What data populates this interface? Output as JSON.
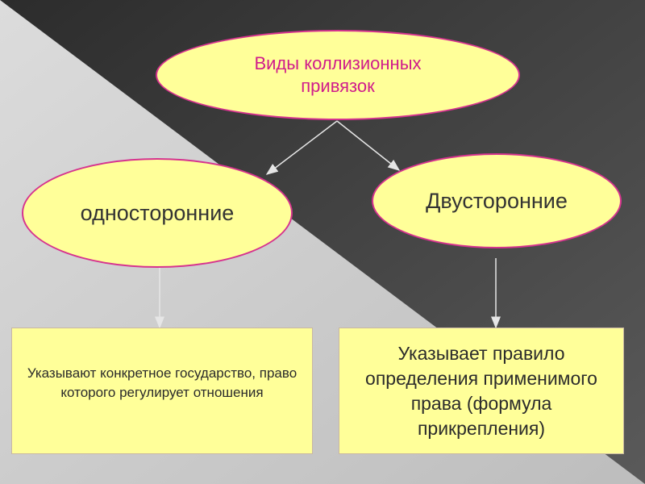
{
  "diagram": {
    "root": {
      "text": "Виды коллизионных привязок"
    },
    "left": {
      "text": "односторонние"
    },
    "right": {
      "text": "Двусторонние"
    },
    "left_box": {
      "text": "Указывают конкретное государство, право которого регулирует отношения"
    },
    "right_box": {
      "text": "Указывает правило определения применимого права (формула прикрепления)"
    }
  },
  "colors": {
    "node_fill": "#ffff99",
    "node_border": "#d6338f",
    "root_text": "#d01c8b",
    "text": "#333333",
    "bg_light": "#cfcfcf",
    "bg_dark": "#3c3c3c",
    "connector": "#e6e6e6"
  }
}
